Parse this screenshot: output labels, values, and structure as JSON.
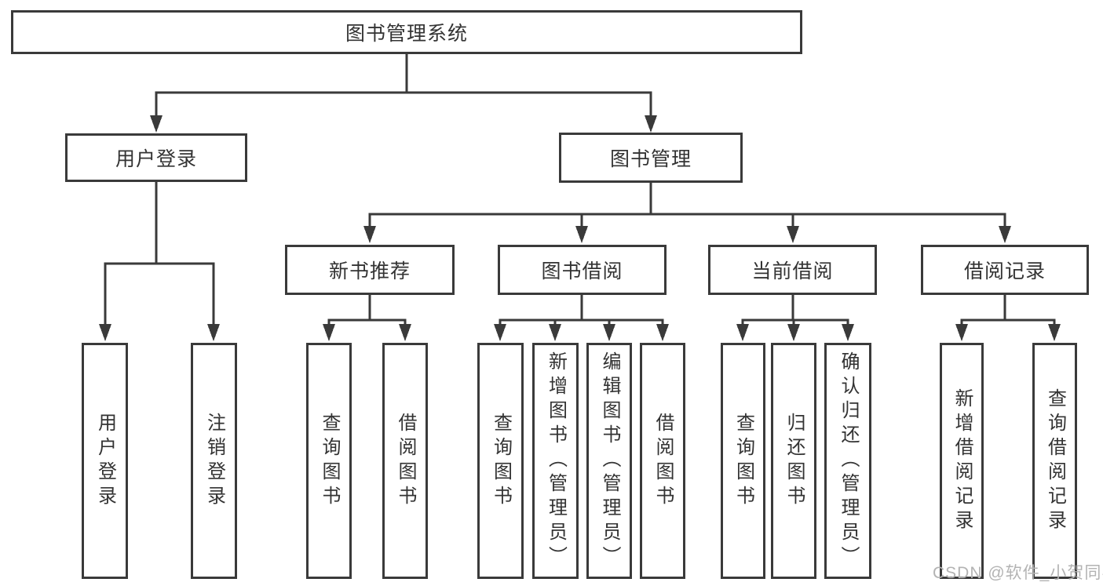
{
  "colors": {
    "line": "#3a3a3a",
    "box_border": "#3a3a3a",
    "text": "#333333",
    "watermark": "#b3b3b3",
    "background": "#ffffff"
  },
  "tree": {
    "root": {
      "label": "图书管理系统"
    },
    "login": {
      "label": "用户登录",
      "leaves": [
        {
          "label": "用户登录"
        },
        {
          "label": "注销登录"
        }
      ]
    },
    "management": {
      "label": "图书管理",
      "sections": [
        {
          "label": "新书推荐",
          "leaves": [
            {
              "label": "查询图书"
            },
            {
              "label": "借阅图书"
            }
          ]
        },
        {
          "label": "图书借阅",
          "leaves": [
            {
              "label": "查询图书"
            },
            {
              "label": "新增图书（管理员）"
            },
            {
              "label": "编辑图书（管理员）"
            },
            {
              "label": "借阅图书"
            }
          ]
        },
        {
          "label": "当前借阅",
          "leaves": [
            {
              "label": "查询图书"
            },
            {
              "label": "归还图书"
            },
            {
              "label": "确认归还（管理员）"
            }
          ]
        },
        {
          "label": "借阅记录",
          "leaves": [
            {
              "label": "新增借阅记录"
            },
            {
              "label": "查询借阅记录"
            }
          ]
        }
      ]
    }
  },
  "watermark": {
    "text": "CSDN @软件_小贺同学"
  }
}
